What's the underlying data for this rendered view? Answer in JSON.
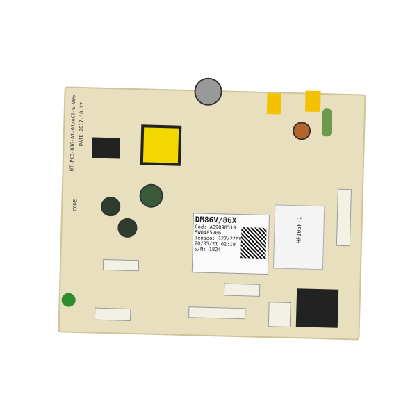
{
  "label": {
    "model": "DM86V/86X",
    "code": "Cod: A09098510",
    "software": "SW0485V06",
    "voltage": "Tensao: 127/220V",
    "date": "20/05/21   02:19",
    "serial": "S/N: 1824"
  },
  "relay": {
    "model": "HF105F-1"
  },
  "silkscreen": {
    "board_id": "HT-PCB-006-A1-01/ACT-G-V06",
    "board_date": "DATE:2017.10.17",
    "code_marker": "CODE"
  }
}
